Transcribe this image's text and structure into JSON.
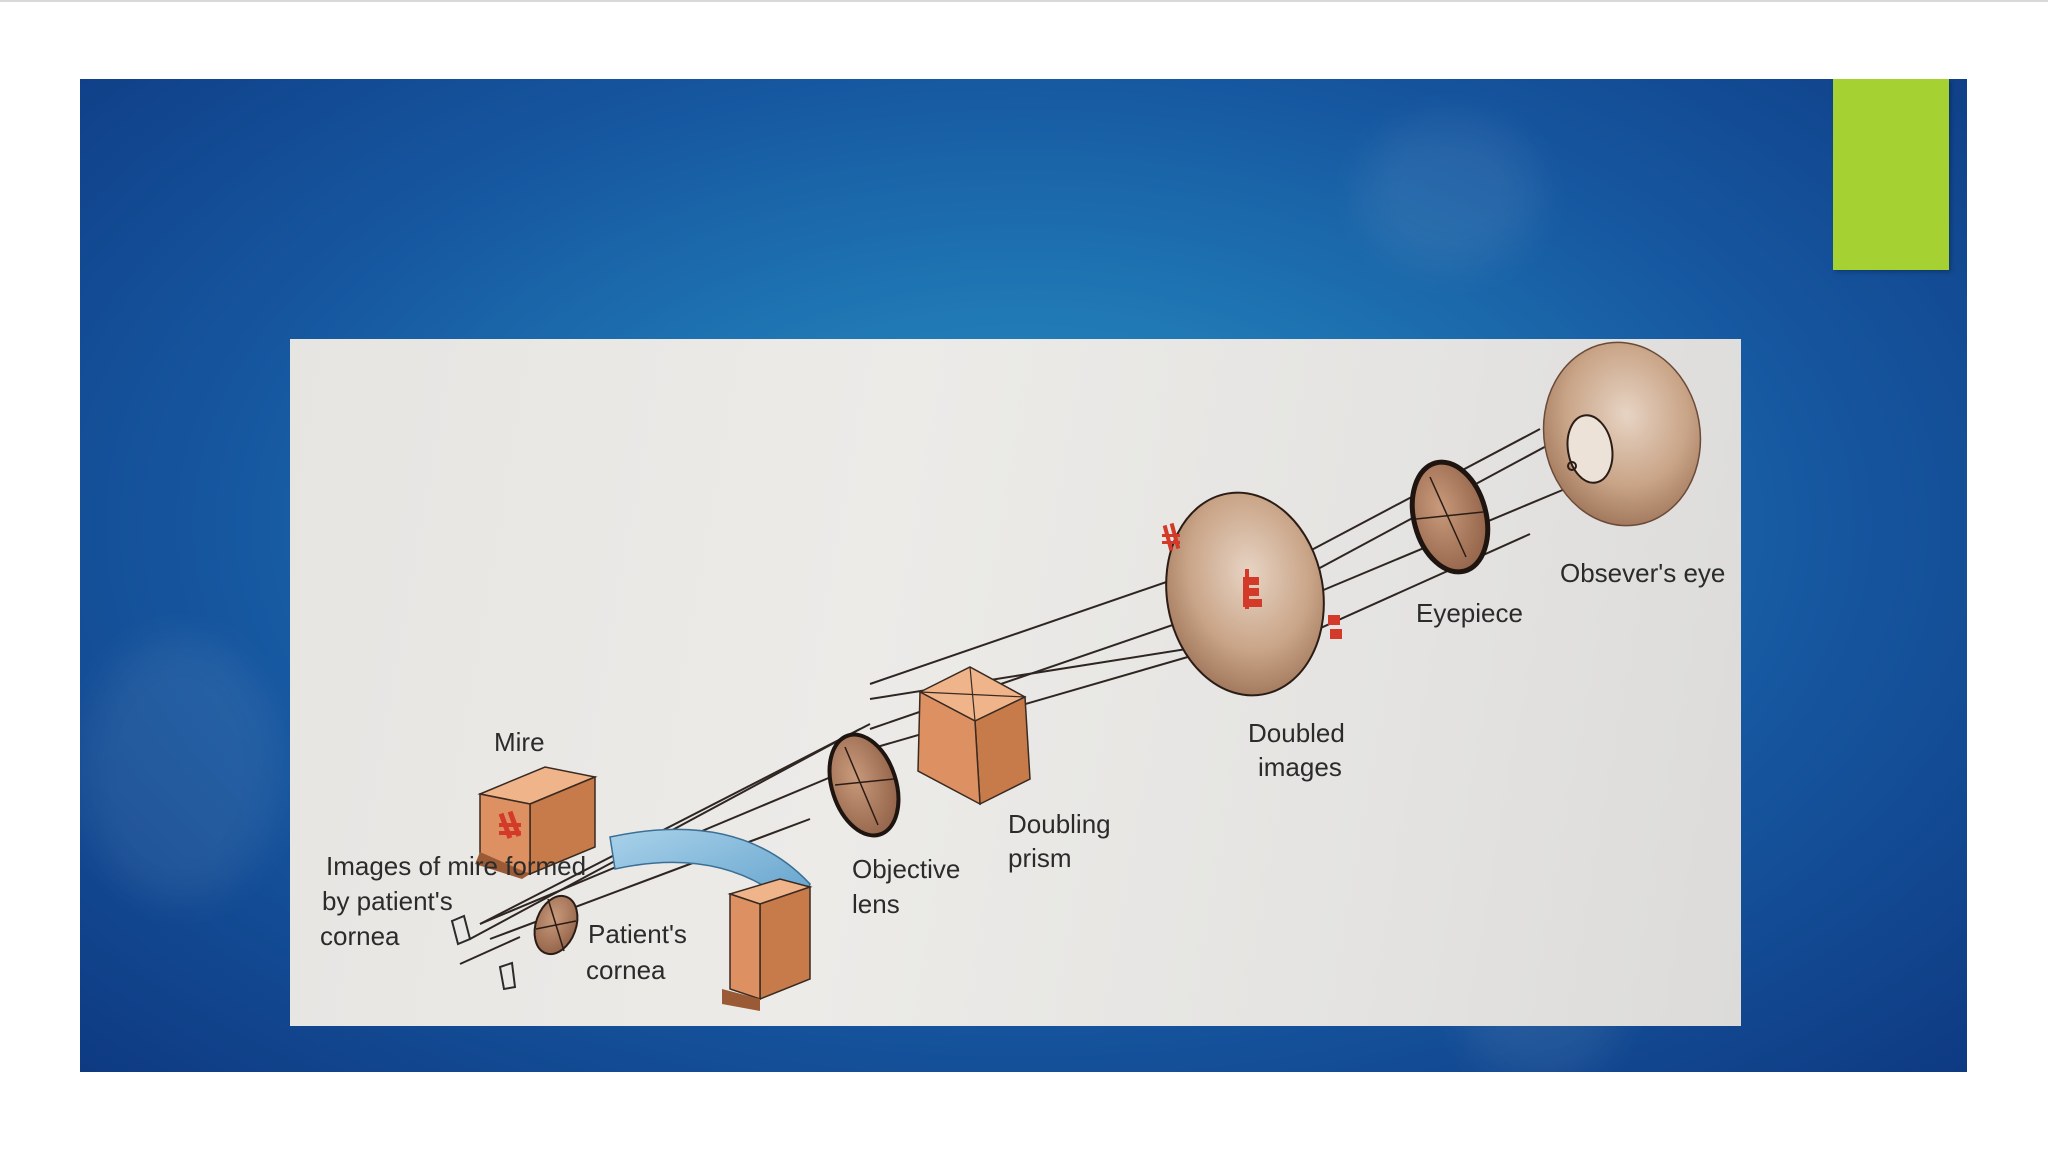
{
  "colors": {
    "slide_bg_center": "#2a8fc4",
    "slide_bg_edge": "#0e3a82",
    "accent": "#a6d133",
    "block_orange": "#d98f5c",
    "lens_brown": "#a87356"
  },
  "diagram": {
    "labels": {
      "mire": "Mire",
      "images_line1": "Images of mire formed",
      "images_line2": "by patient's",
      "images_line3": "cornea",
      "patients_cornea_line1": "Patient's",
      "patients_cornea_line2": "cornea",
      "objective_line1": "Objective",
      "objective_line2": "lens",
      "doubling_line1": "Doubling",
      "doubling_line2": "prism",
      "doubled_line1": "Doubled",
      "doubled_line2": "images",
      "eyepiece": "Eyepiece",
      "observers_eye": "Obsever's eye"
    }
  }
}
